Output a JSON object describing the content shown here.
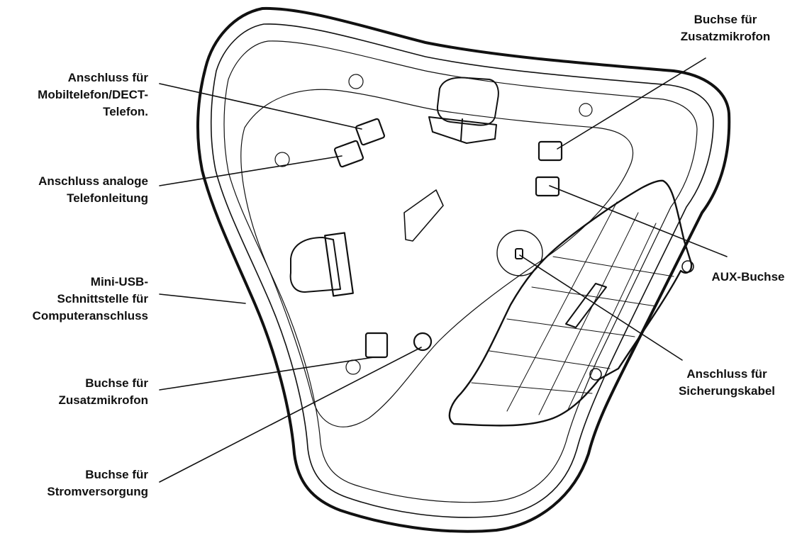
{
  "labels": {
    "mobile_connector": [
      "Anschluss für",
      "Mobiltelefon/DECT-",
      "Telefon."
    ],
    "analog_line": [
      "Anschluss analoge",
      "Telefonleitung"
    ],
    "mini_usb": [
      "Mini-USB-",
      "Schnittstelle für",
      "Computeranschluss"
    ],
    "aux_mic_left": [
      "Buchse für",
      "Zusatzmikrofon"
    ],
    "power": [
      "Buchse für",
      "Stromversorgung"
    ],
    "aux_mic_top": [
      "Buchse für",
      "Zusatzmikrofon"
    ],
    "aux": [
      "AUX-Buchse"
    ],
    "security_cable": [
      "Anschluss für",
      "Sicherungskabel"
    ]
  },
  "colors": {
    "line": "#111111",
    "body_fill": "#ffffff"
  }
}
